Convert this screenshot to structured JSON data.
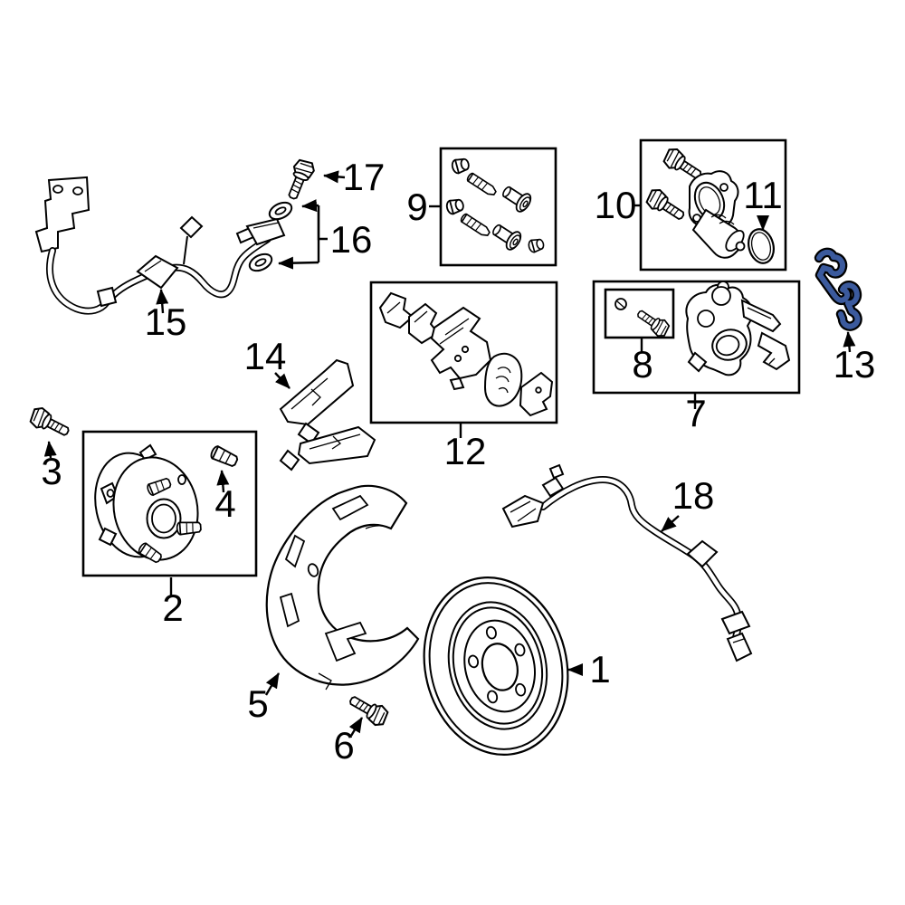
{
  "diagram": {
    "background_color": "#ffffff",
    "line_color": "#000000",
    "highlight_color": "#3b5a9d",
    "callouts": {
      "p1": "1",
      "p2": "2",
      "p3": "3",
      "p4": "4",
      "p5": "5",
      "p6": "6",
      "p7": "7",
      "p8": "8",
      "p9": "9",
      "p10": "10",
      "p11": "11",
      "p12": "12",
      "p13": "13",
      "p14": "14",
      "p15": "15",
      "p16": "16",
      "p17": "17",
      "p18": "18"
    }
  }
}
